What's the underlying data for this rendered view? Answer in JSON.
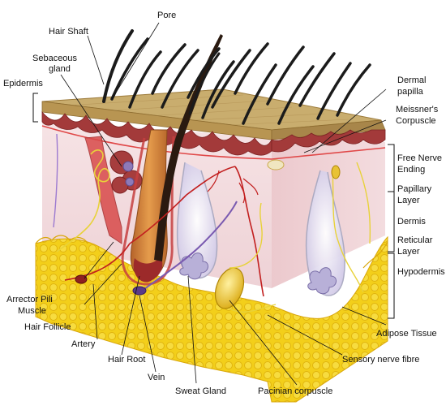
{
  "labels": {
    "pore": "Pore",
    "hair_shaft": "Hair Shaft",
    "sebaceous_1": "Sebaceous",
    "sebaceous_2": "gland",
    "epidermis": "Epidermis",
    "dermal_papilla_1": "Dermal",
    "dermal_papilla_2": "papilla",
    "meissner_1": "Meissner's",
    "meissner_2": "Corpuscle",
    "free_nerve_1": "Free Nerve",
    "free_nerve_2": "Ending",
    "papillary_1": "Papillary",
    "papillary_2": "Layer",
    "dermis": "Dermis",
    "reticular_1": "Reticular",
    "reticular_2": "Layer",
    "hypodermis": "Hypodermis",
    "arrector_1": "Arrector Pili",
    "arrector_2": "Muscle",
    "hair_follicle": "Hair Follicle",
    "artery": "Artery",
    "hair_root": "Hair Root",
    "vein": "Vein",
    "sweat_gland": "Sweat Gland",
    "pacinian": "Pacinian corpuscle",
    "sensory_nerve": "Sensory nerve fibre",
    "adipose": "Adipose Tissue"
  },
  "colors": {
    "epidermis_top": "#c9ad6e",
    "epidermis_side": "#b89552",
    "dermis": "#f4dde0",
    "dermis_dark": "#e9c3c8",
    "papillae": "#a33a3a",
    "fat": "#f3cf1a",
    "fat_dark": "#d9a70c",
    "hair": "#1b1b1b",
    "follicle": "#d98a3c",
    "artery": "#c21f1f",
    "vein": "#7a5ab0",
    "nerve": "#e8d23a",
    "gland": "#b8b0d8"
  }
}
